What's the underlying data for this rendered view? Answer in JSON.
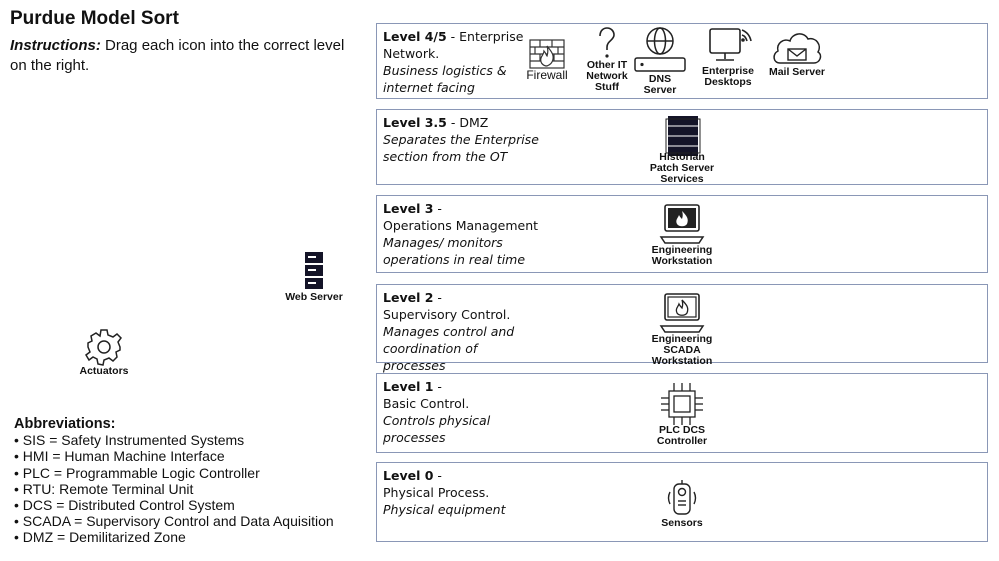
{
  "title": "Purdue Model Sort",
  "instructions": {
    "lead": "Instructions:",
    "text": " Drag each icon into the correct level on the right."
  },
  "levels": [
    {
      "name": "Level 4/5",
      "sep": " - ",
      "sub": "Enterprise Network.",
      "desc": "Business logistics & internet facing"
    },
    {
      "name": "Level 3.5",
      "sep": " - ",
      "sub": "DMZ",
      "desc": "Separates the Enterprise section from the OT"
    },
    {
      "name": "Level 3",
      "sep": " - ",
      "sub": "Operations Management",
      "desc": "Manages/ monitors operations in real time"
    },
    {
      "name": "Level 2",
      "sep": " - ",
      "sub": "Supervisory Control.",
      "desc": "Manages control and coordination of processes"
    },
    {
      "name": "Level 1",
      "sep": " - ",
      "sub": "Basic Control.",
      "desc": "Controls physical processes"
    },
    {
      "name": "Level 0",
      "sep": " - ",
      "sub": "Physical Process.",
      "desc": "Physical equipment"
    }
  ],
  "icons": {
    "firewall": "Firewall",
    "other_it": "Other IT Network Stuff",
    "dns": "DNS Server",
    "desktops": "Enterprise Desktops",
    "mail": "Mail Server",
    "dmz_stack": "Historian Patch Server Services",
    "eng_ws_3": "Engineering Workstation",
    "eng_ws_2": "Engineering SCADA Workstation",
    "controller": "PLC DCS Controller",
    "sensors": "Sensors",
    "web_server": "Web Server",
    "actuators": "Actuators"
  },
  "abbreviations": {
    "heading": "Abbreviations:",
    "items": [
      "• SIS = Safety Instrumented Systems",
      "• HMI = Human Machine Interface",
      "• PLC = Programmable Logic Controller",
      "• RTU: Remote Terminal Unit",
      "• DCS = Distributed Control System",
      "• SCADA = Supervisory Control and Data Aquisition",
      "• DMZ = Demilitarized Zone"
    ]
  }
}
